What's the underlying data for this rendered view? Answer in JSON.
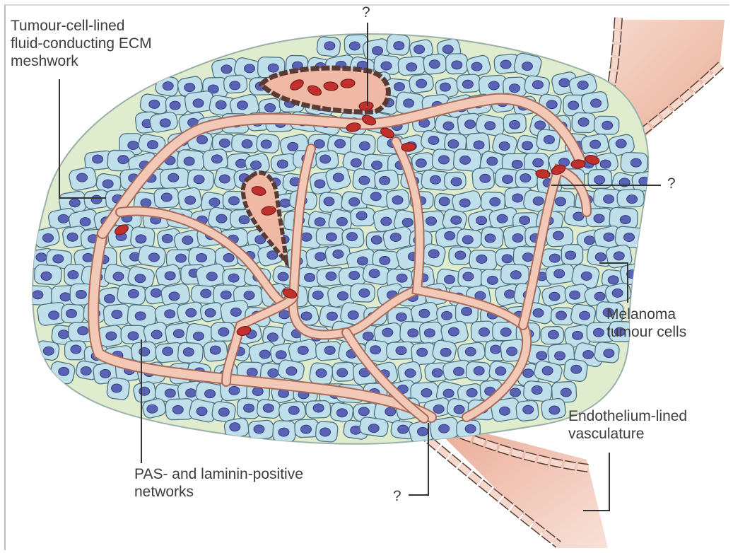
{
  "labels": {
    "ecm_meshwork": "Tumour-cell-lined\nfluid-conducting ECM\nmeshwork",
    "melanoma_cells": "Melanoma\ntumour cells",
    "endothelium_vasculature": "Endothelium-lined\nvasculature",
    "pas_laminin": "PAS- and laminin-positive\nnetworks"
  },
  "question_marks": {
    "top": "?",
    "right": "?",
    "bottom": "?"
  },
  "colors": {
    "tumour_cell_fill": "#bfe0ea",
    "tumour_cell_stroke": "#4d6f80",
    "nucleus": "#5a62b4",
    "nucleus_dark": "#363c8a",
    "channel": "#f2c8b6",
    "matrix": "#dfeccd",
    "red_cell": "#c0302c",
    "vessel_wall": "#f6d9cc",
    "label_text": "#3d3d3d"
  }
}
